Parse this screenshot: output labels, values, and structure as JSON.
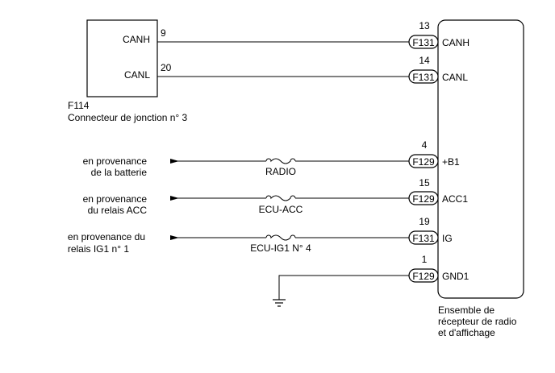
{
  "junction": {
    "code": "F114",
    "name": "Connecteur de jonction n° 3",
    "pins": [
      {
        "label": "CANH",
        "number": "9"
      },
      {
        "label": "CANL",
        "number": "20"
      }
    ]
  },
  "receiver": {
    "name_lines": [
      "Ensemble de",
      "récepteur de radio",
      "et d'affichage"
    ],
    "pins": [
      {
        "connector": "F131",
        "number": "13",
        "label": "CANH"
      },
      {
        "connector": "F131",
        "number": "14",
        "label": "CANL"
      },
      {
        "connector": "F129",
        "number": "4",
        "label": "+B1"
      },
      {
        "connector": "F129",
        "number": "15",
        "label": "ACC1"
      },
      {
        "connector": "F131",
        "number": "19",
        "label": "IG"
      },
      {
        "connector": "F129",
        "number": "1",
        "label": "GND1"
      }
    ]
  },
  "sources": [
    {
      "lines": [
        "en provenance",
        "de la batterie"
      ],
      "fuse": "RADIO"
    },
    {
      "lines": [
        "en provenance",
        "du relais ACC"
      ],
      "fuse": "ECU-ACC"
    },
    {
      "lines": [
        "en provenance du",
        "relais IG1 n° 1"
      ],
      "fuse": "ECU-IG1 N° 4"
    }
  ]
}
